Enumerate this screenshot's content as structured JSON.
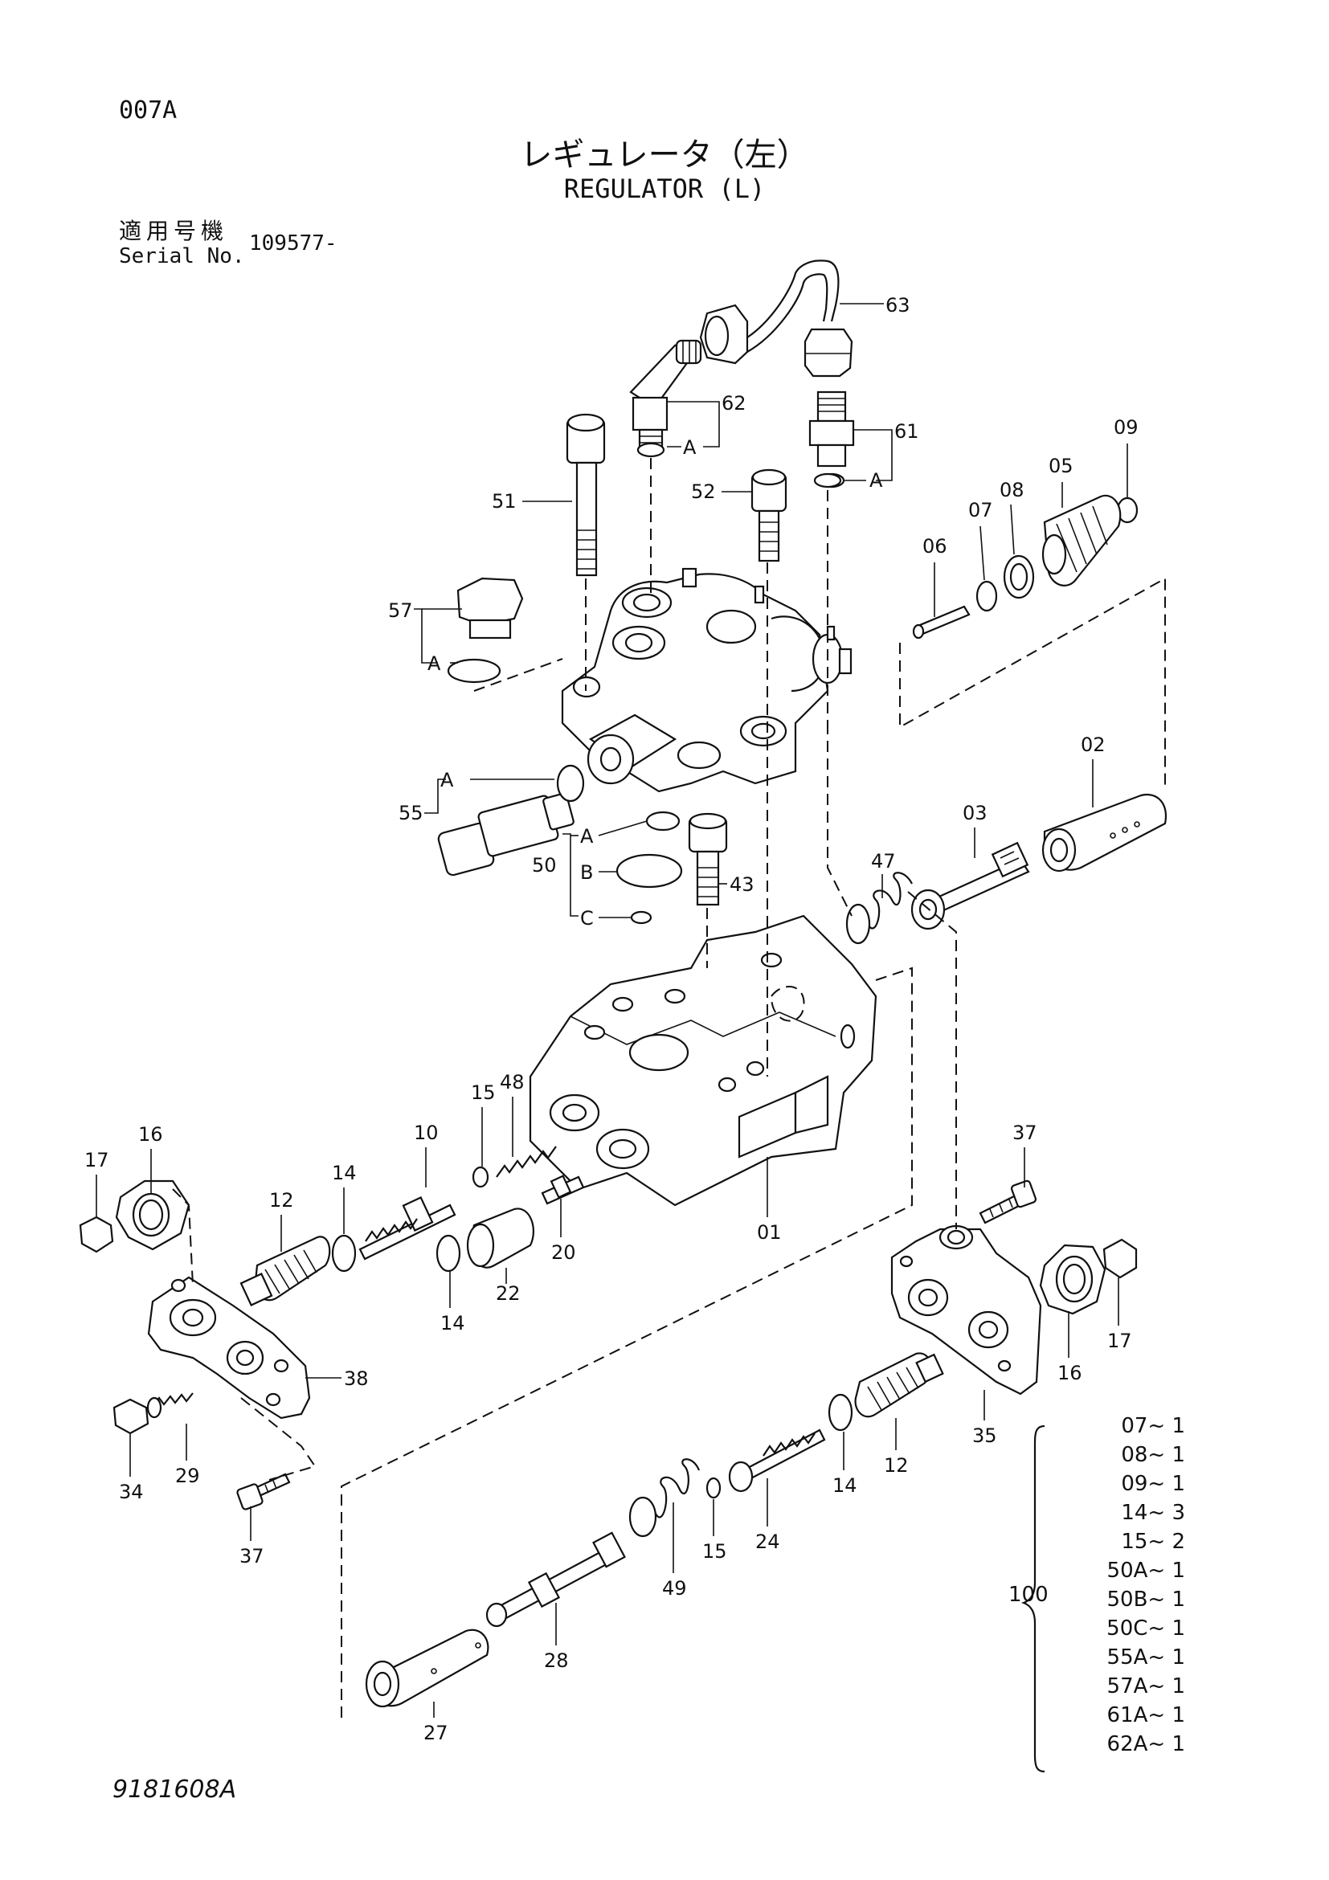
{
  "page_code": "007A",
  "title_jp": "レギュレータ（左）",
  "title_en": "REGULATOR (L)",
  "serial": {
    "label_jp": "適用号機",
    "label_en": "Serial No.",
    "value": "109577-"
  },
  "drawing_number": "9181608A",
  "callouts": {
    "p63": "63",
    "p62": "62",
    "p61": "61",
    "p09": "09",
    "p05": "05",
    "p08": "08",
    "p07": "07",
    "p06": "06",
    "p51": "51",
    "p52": "52",
    "p57": "57",
    "p55": "55",
    "p50": "50",
    "p43": "43",
    "p02": "02",
    "p03": "03",
    "p47": "47",
    "p48": "48",
    "p15a": "15",
    "p10": "10",
    "p14a": "14",
    "p16a": "16",
    "p17a": "17",
    "p12a": "12",
    "p14b": "14",
    "p22": "22",
    "p20": "20",
    "p01": "01",
    "p37a": "37",
    "p38": "38",
    "p29": "29",
    "p34": "34",
    "p37b": "37",
    "p16b": "16",
    "p17b": "17",
    "p35": "35",
    "p12b": "12",
    "p14c": "14",
    "p24": "24",
    "p15b": "15",
    "p49": "49",
    "p28": "28",
    "p27": "27"
  },
  "letters": {
    "a62": "A",
    "a61": "A",
    "a57": "A",
    "a55": "A",
    "a50": "A",
    "b50": "B",
    "c50": "C"
  },
  "kit": {
    "label": "100",
    "items": [
      "07~ 1",
      "08~ 1",
      "09~ 1",
      "14~ 3",
      "15~ 2",
      "50A~ 1",
      "50B~ 1",
      "50C~ 1",
      "55A~ 1",
      "57A~ 1",
      "61A~ 1",
      "62A~ 1"
    ]
  }
}
